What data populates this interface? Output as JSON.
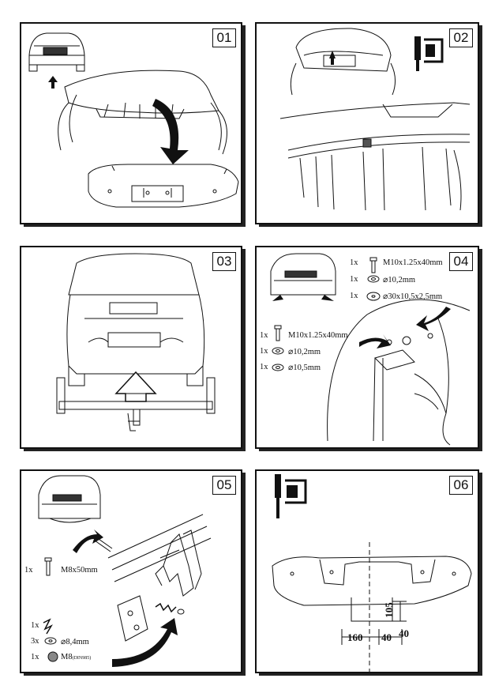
{
  "steps": [
    {
      "number": "01"
    },
    {
      "number": "02"
    },
    {
      "number": "03"
    },
    {
      "number": "04",
      "parts_top": [
        {
          "qty": "1x",
          "spec": "M10x1.25x40mm"
        },
        {
          "qty": "1x",
          "spec": "⌀10,2mm"
        },
        {
          "qty": "1x",
          "spec": "⌀30x10,5x2,5mm"
        }
      ],
      "parts_bottom": [
        {
          "qty": "1x",
          "spec": "M10x1.25x40mm"
        },
        {
          "qty": "1x",
          "spec": "⌀10,2mm"
        },
        {
          "qty": "1x",
          "spec": "⌀10,5mm"
        }
      ]
    },
    {
      "number": "05",
      "bolt": {
        "qty": "1x",
        "spec": "M8x50mm"
      },
      "parts": [
        {
          "qty": "1x",
          "spec": ""
        },
        {
          "qty": "3x",
          "spec": "⌀8,4mm"
        },
        {
          "qty": "1x",
          "spec": "M8",
          "note": "(DIN985)"
        }
      ]
    },
    {
      "number": "06",
      "dimensions": {
        "height": "105",
        "width": "160",
        "offset_a": "40",
        "offset_b": "40"
      }
    }
  ]
}
